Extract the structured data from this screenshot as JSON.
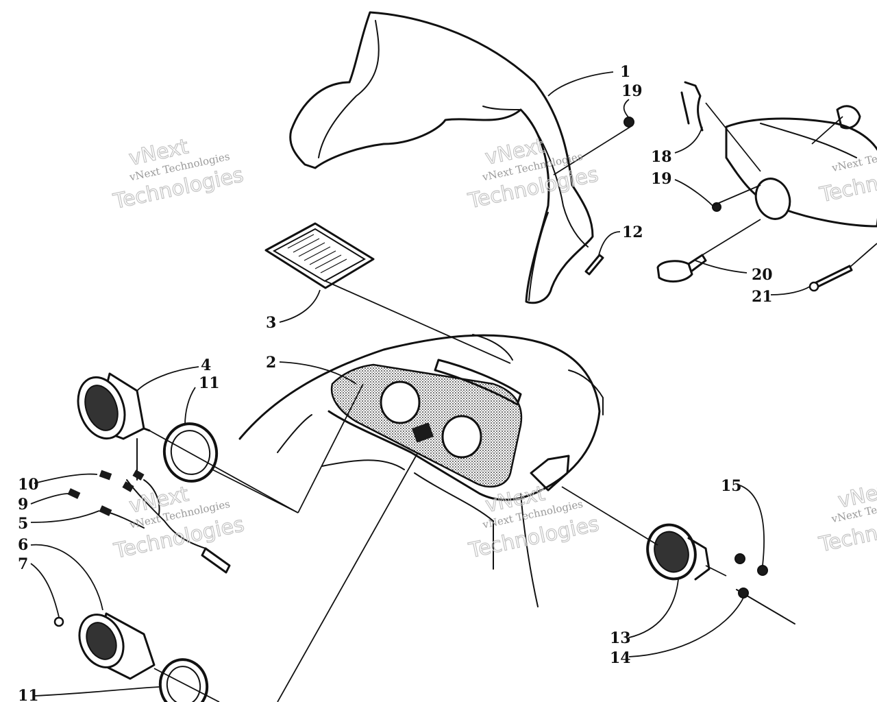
{
  "callouts": [
    {
      "id": "c1",
      "label": "1"
    },
    {
      "id": "c19a",
      "label": "19"
    },
    {
      "id": "c18",
      "label": "18"
    },
    {
      "id": "c19b",
      "label": "19"
    },
    {
      "id": "c12",
      "label": "12"
    },
    {
      "id": "c20",
      "label": "20"
    },
    {
      "id": "c21",
      "label": "21"
    },
    {
      "id": "c3",
      "label": "3"
    },
    {
      "id": "c2",
      "label": "2"
    },
    {
      "id": "c4",
      "label": "4"
    },
    {
      "id": "c11a",
      "label": "11"
    },
    {
      "id": "c10",
      "label": "10"
    },
    {
      "id": "c9",
      "label": "9"
    },
    {
      "id": "c5",
      "label": "5"
    },
    {
      "id": "c6",
      "label": "6"
    },
    {
      "id": "c7",
      "label": "7"
    },
    {
      "id": "c11b",
      "label": "11"
    },
    {
      "id": "c15",
      "label": "15"
    },
    {
      "id": "c13",
      "label": "13"
    },
    {
      "id": "c14",
      "label": "14"
    }
  ],
  "watermark": {
    "small": "vNext Technologies",
    "big_line1": "vNext",
    "big_line2": "Technologies"
  }
}
